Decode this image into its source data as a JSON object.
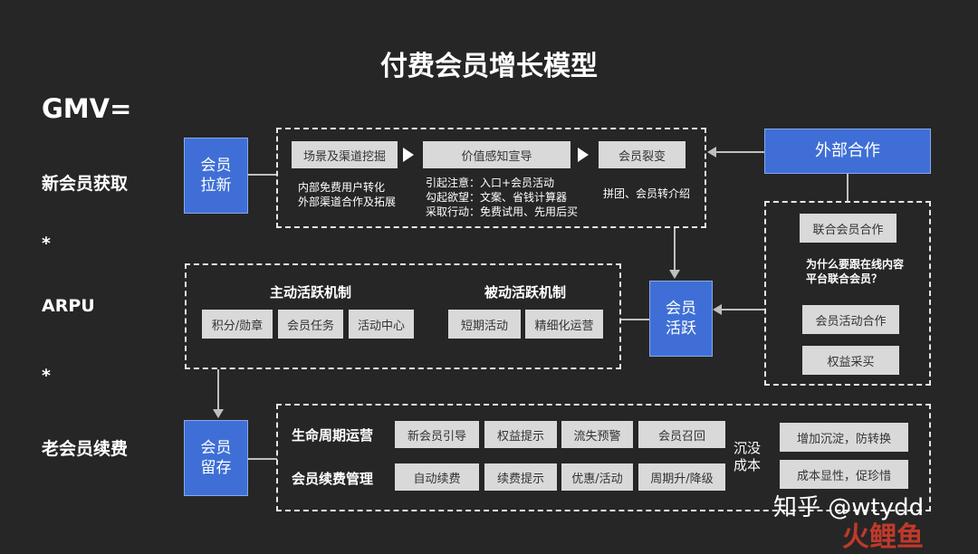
{
  "title": "付费会员增长模型",
  "left": {
    "gmv": "GMV=",
    "new_member": "新会员获取",
    "star1": "*",
    "arpu": "ARPU",
    "star2": "*",
    "old_member": "老会员续费"
  },
  "acquire": {
    "box_line1": "会员",
    "box_line2": "拉新",
    "step1": "场景及渠道挖掘",
    "step2": "价值感知宣导",
    "step3": "会员裂变",
    "step1_desc1": "内部免费用户转化",
    "step1_desc2": "外部渠道合作及拓展",
    "step2_desc1": "引起注意：入口+会员活动",
    "step2_desc2": "勾起欲望：文案、省钱计算器",
    "step2_desc3": "采取行动：免费试用、先用后买",
    "step3_desc": "拼团、会员转介绍"
  },
  "external": {
    "box": "外部合作",
    "item1": "联合会员合作",
    "question1": "为什么要跟在线内容",
    "question2": "平台联合会员？",
    "item2": "会员活动合作",
    "item3": "权益采买"
  },
  "active": {
    "box_line1": "会员",
    "box_line2": "活跃",
    "active_title": "主动活跃机制",
    "passive_title": "被动活跃机制",
    "active_items": [
      "积分/勋章",
      "会员任务",
      "活动中心"
    ],
    "passive_items": [
      "短期活动",
      "精细化运营"
    ]
  },
  "retain": {
    "box_line1": "会员",
    "box_line2": "留存",
    "row1_label": "生命周期运营",
    "row1_items": [
      "新会员引导",
      "权益提示",
      "流失预警",
      "会员召回"
    ],
    "row2_label": "会员续费管理",
    "row2_items": [
      "自动续费",
      "续费提示",
      "优惠/活动",
      "周期升/降级"
    ],
    "sunk_line1": "沉没",
    "sunk_line2": "成本",
    "right_items": [
      "增加沉淀，防转换",
      "成本显性，促珍惜"
    ]
  },
  "watermark": {
    "text": "知乎 @wtydd",
    "logo": "火鲤鱼"
  }
}
